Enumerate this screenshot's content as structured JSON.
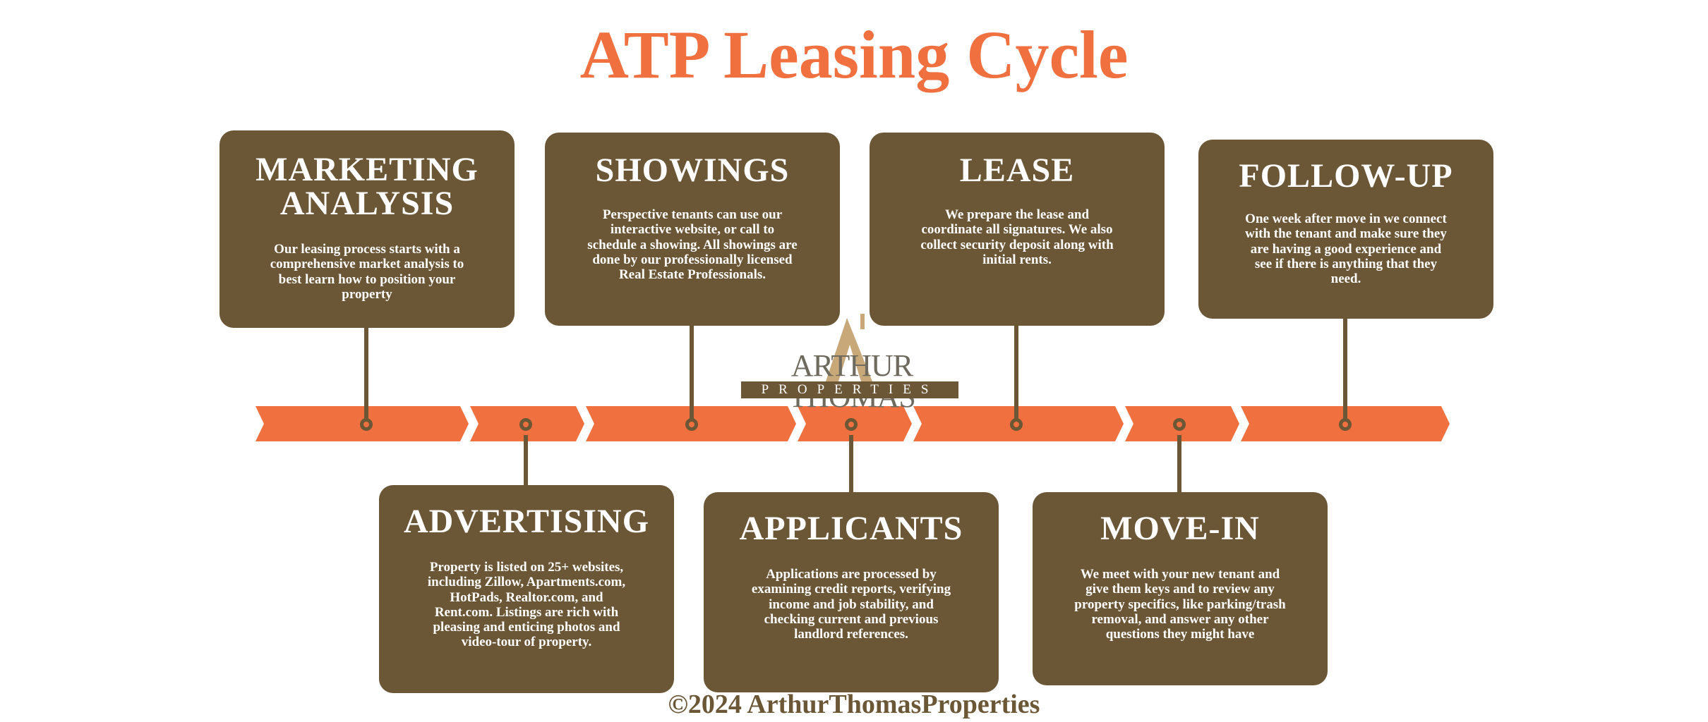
{
  "title": "ATP Leasing Cycle",
  "colors": {
    "accent": "#f07040",
    "card": "#6b5636",
    "white": "#ffffff"
  },
  "logo": {
    "name": "ARTHUR THOMAS",
    "subname": "PROPERTIES",
    "icon": "house-roof-icon"
  },
  "cards": [
    {
      "id": "marketing-analysis",
      "title_lines": [
        "MARKETING",
        "ANALYSIS"
      ],
      "text": "Our leasing process starts with a comprehensive market analysis to best learn how to position your property"
    },
    {
      "id": "advertising",
      "title_lines": [
        "ADVERTISING"
      ],
      "text": "Property is listed on 25+ websites, including Zillow, Apartments.com, HotPads, Realtor.com, and Rent.com. Listings are rich with pleasing and enticing photos and video-tour of property."
    },
    {
      "id": "showings",
      "title_lines": [
        "SHOWINGS"
      ],
      "text": "Perspective tenants can use our interactive website, or call to schedule a showing. All showings are done by our professionally licensed Real Estate Professionals."
    },
    {
      "id": "applicants",
      "title_lines": [
        "APPLICANTS"
      ],
      "text": "Applications are processed by examining credit reports, verifying income and job stability, and checking current and previous landlord references."
    },
    {
      "id": "lease",
      "title_lines": [
        "LEASE"
      ],
      "text": "We prepare the lease and coordinate all signatures. We also collect security deposit along with initial rents."
    },
    {
      "id": "move-in",
      "title_lines": [
        "MOVE-IN"
      ],
      "text": "We meet with your new tenant and give them keys and to review any property specifics, like parking/trash removal, and answer any other questions they might have"
    },
    {
      "id": "follow-up",
      "title_lines": [
        "FOLLOW-UP"
      ],
      "text": "One week after move in we connect with the tenant and make sure they are having a good experience and see if there is anything that they need."
    }
  ],
  "footer": "©2024 ArthurThomasProperties"
}
